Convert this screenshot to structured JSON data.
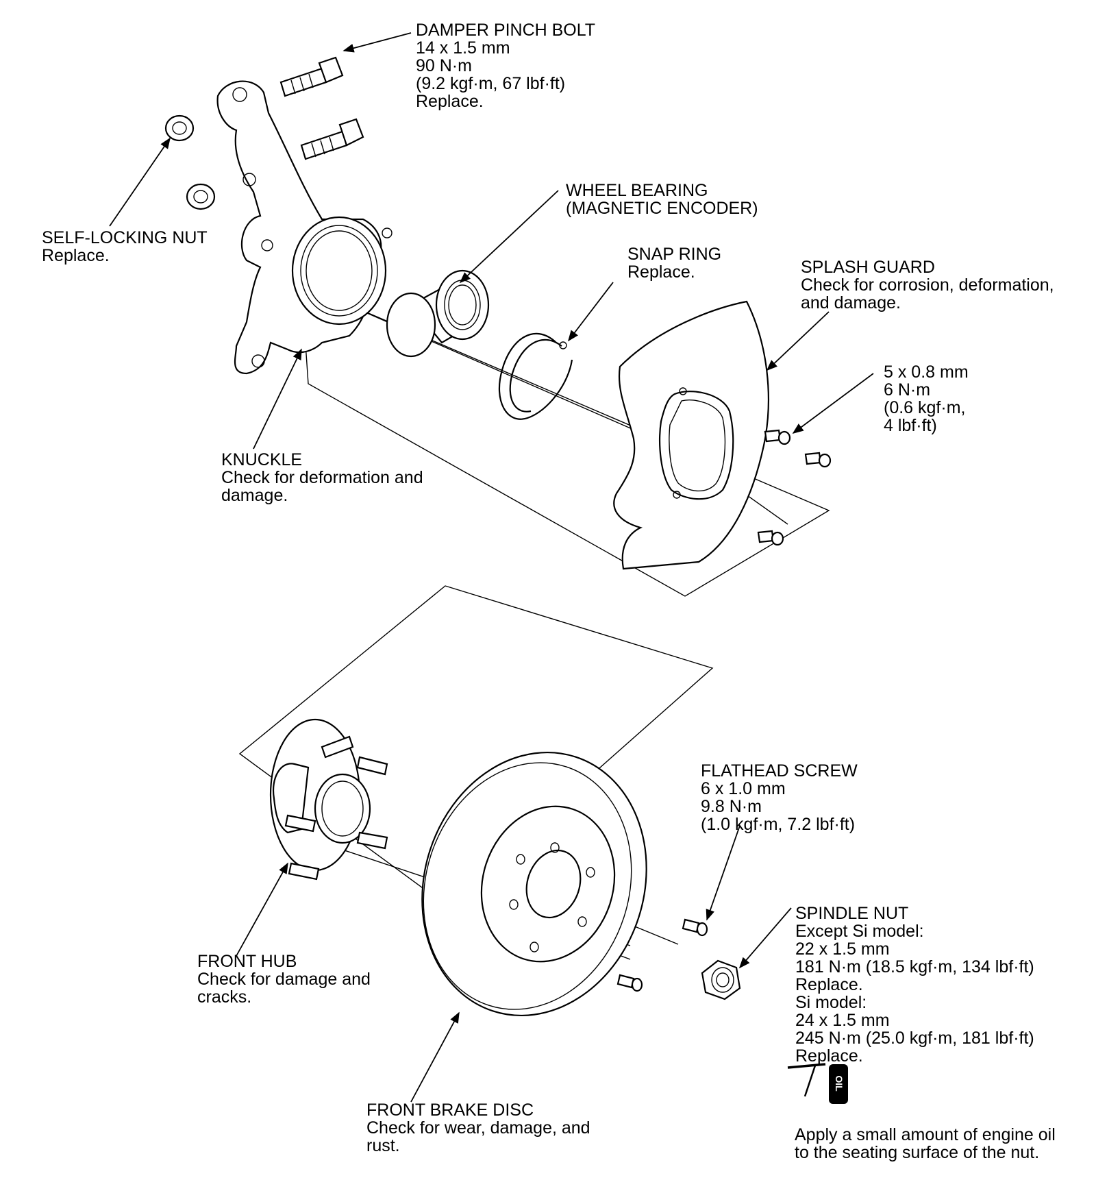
{
  "labels": {
    "damper_pinch_bolt": [
      "DAMPER PINCH BOLT",
      "14 x 1.5 mm",
      "90 N·m",
      "(9.2 kgf·m, 67 lbf·ft)",
      "Replace."
    ],
    "self_locking_nut": [
      "SELF-LOCKING NUT",
      "Replace."
    ],
    "wheel_bearing": [
      "WHEEL BEARING",
      "(MAGNETIC ENCODER)"
    ],
    "snap_ring": [
      "SNAP RING",
      "Replace."
    ],
    "splash_guard": [
      "SPLASH GUARD",
      "Check for corrosion, deformation,",
      "and damage."
    ],
    "splash_bolt": [
      "5 x 0.8 mm",
      "6 N·m",
      "(0.6 kgf·m,",
      "4 lbf·ft)"
    ],
    "knuckle": [
      "KNUCKLE",
      "Check for deformation and",
      "damage."
    ],
    "flathead_screw": [
      "FLATHEAD SCREW",
      "6 x 1.0 mm",
      "9.8 N·m",
      "(1.0 kgf·m, 7.2 lbf·ft)"
    ],
    "spindle_nut": [
      "SPINDLE NUT",
      "Except Si model:",
      "22 x 1.5 mm",
      "181 N·m (18.5 kgf·m, 134 lbf·ft)",
      "Replace.",
      "Si model:",
      "24 x 1.5 mm",
      "245 N·m (25.0 kgf·m, 181 lbf·ft)",
      "Replace."
    ],
    "front_hub": [
      "FRONT HUB",
      "Check for damage and",
      "cracks."
    ],
    "front_brake_disc": [
      "FRONT BRAKE DISC",
      "Check for wear, damage, and",
      "rust."
    ],
    "oil_note": [
      "Apply a small amount of engine oil",
      "to the seating surface of the nut."
    ]
  },
  "oil_icon": {
    "name": "oil-can-icon",
    "text": "OIL"
  }
}
